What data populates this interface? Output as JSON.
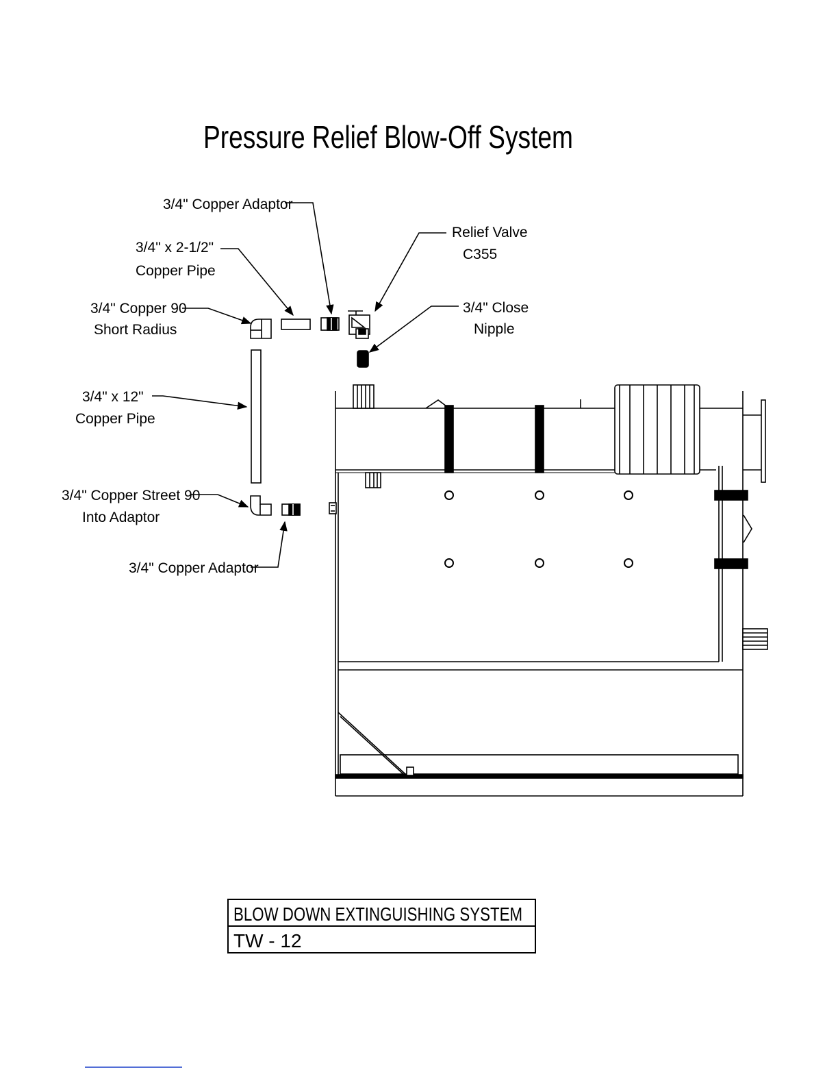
{
  "title": "Pressure Relief Blow-Off System",
  "labels": {
    "copper_adaptor_top": "3/4\" Copper Adaptor",
    "copper_pipe_short": [
      "3/4\" x 2-1/2\"",
      "Copper Pipe"
    ],
    "copper_90": [
      "3/4\" Copper 90",
      "Short Radius"
    ],
    "copper_pipe_long": [
      "3/4\" x 12\"",
      "Copper Pipe"
    ],
    "street_90": [
      "3/4\" Copper Street 90",
      "Into Adaptor"
    ],
    "copper_adaptor_bottom": "3/4\" Copper Adaptor",
    "relief_valve": [
      "Relief Valve",
      "C355"
    ],
    "close_nipple": [
      "3/4\" Close",
      "Nipple"
    ]
  },
  "title_block": {
    "name": "BLOW DOWN EXTINGUISHING SYSTEM",
    "number": "TW - 12"
  },
  "colors": {
    "line": "#000000",
    "background": "#ffffff",
    "footer_rule": "#1a3fc9"
  }
}
